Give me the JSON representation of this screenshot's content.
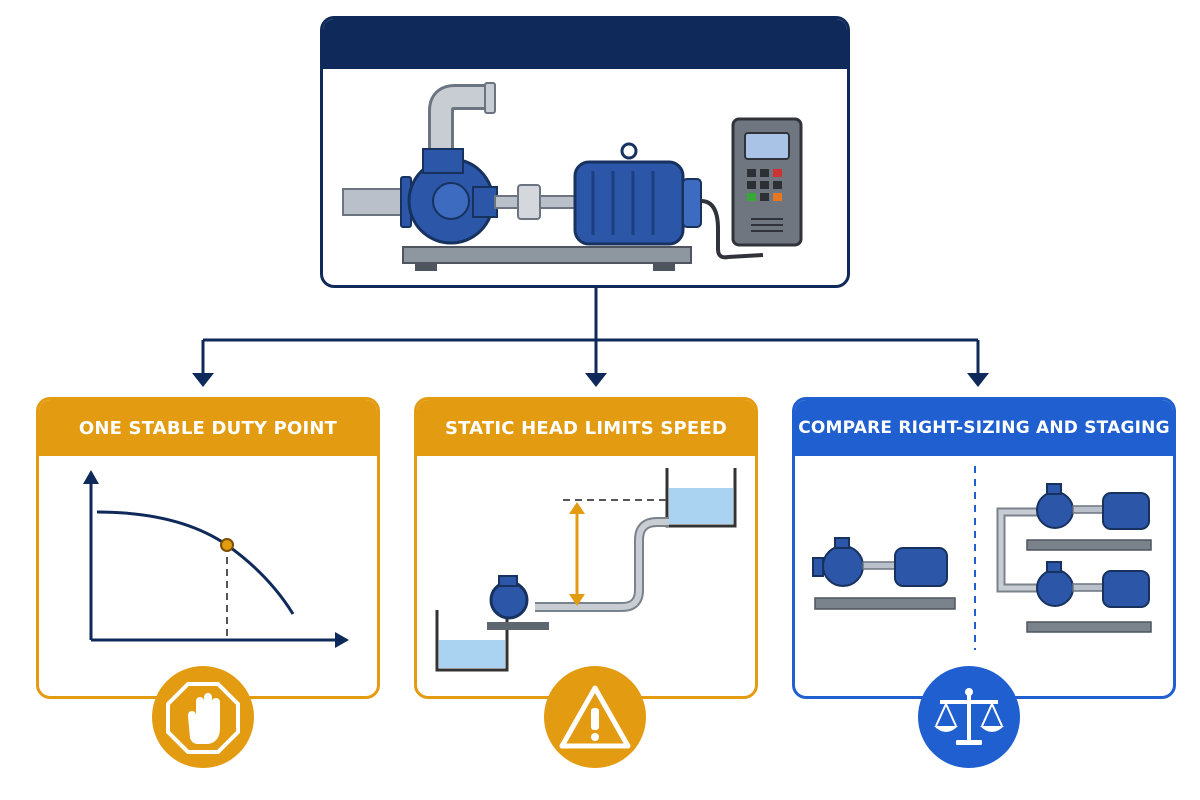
{
  "colors": {
    "navy": "#0f2a5a",
    "orange": "#e39b12",
    "blue": "#1f5fcf",
    "pump_blue": "#2c56a8",
    "steel": "#b9c0c9"
  },
  "cards": [
    {
      "title": "ONE STABLE DUTY POINT",
      "accent": "#e39b12",
      "icon": "stop-hand-icon"
    },
    {
      "title": "STATIC HEAD LIMITS SPEED",
      "accent": "#e39b12",
      "icon": "warning-icon"
    },
    {
      "title": "COMPARE RIGHT-SIZING AND STAGING",
      "accent": "#1f5fcf",
      "icon": "balance-scale-icon"
    }
  ]
}
